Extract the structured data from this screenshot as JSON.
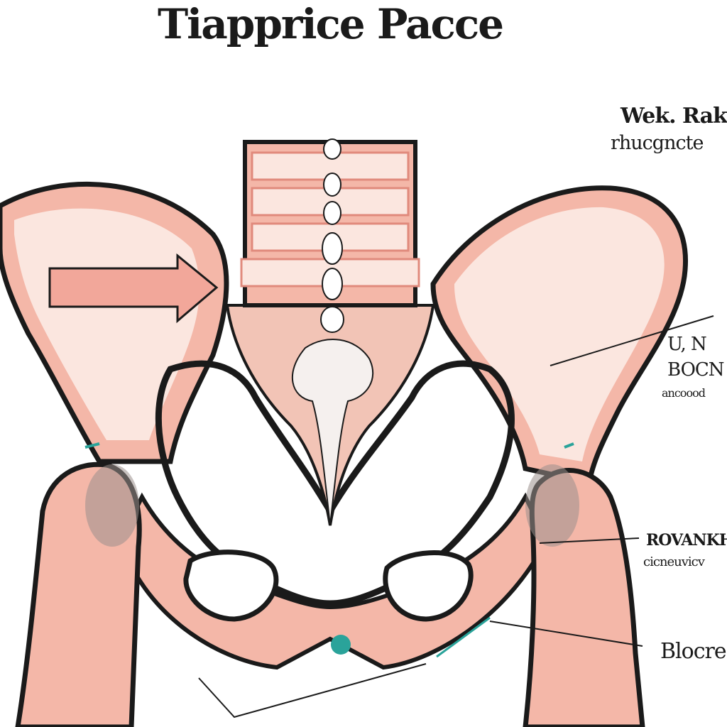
{
  "title": "Tiapprice Pacce",
  "labels": {
    "a": {
      "line1": "Wek. Rak",
      "line2": "rhucgncte"
    },
    "b": {
      "line1": "U, N",
      "line2": "BOCN",
      "line3": "ancoood"
    },
    "c": {
      "line1": "ROVANKHK",
      "line2": "cicneuvicv"
    },
    "d": {
      "line1": "Blocre"
    }
  },
  "colors": {
    "outline": "#1a1a1a",
    "bone_fill": "#f4b7a8",
    "bone_inner": "#fbe6df",
    "arrow_fill": "#f2a79a",
    "teal_marker": "#2aa39a",
    "paper": "#ffffff"
  }
}
